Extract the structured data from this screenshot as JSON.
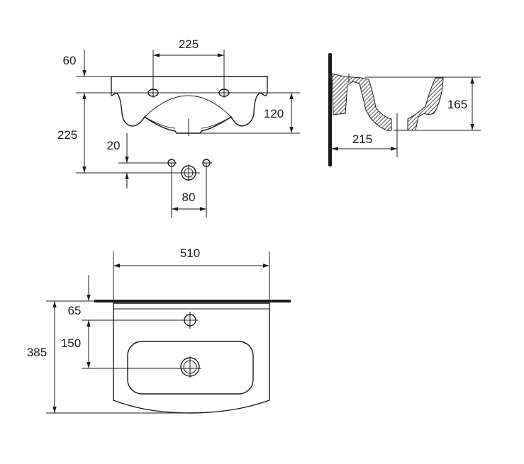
{
  "front_view": {
    "hole_spacing": "225",
    "top_offset": "60",
    "height_to_outlet": "225",
    "outlet_offset": "20",
    "supply_spacing": "80",
    "bowl_depth": "120"
  },
  "side_view": {
    "depth": "165",
    "projection": "215"
  },
  "top_view": {
    "width": "510",
    "tap_offset": "65",
    "drain_offset": "150",
    "length": "385"
  },
  "colors": {
    "line": "#1a1a1a",
    "background": "#ffffff"
  }
}
